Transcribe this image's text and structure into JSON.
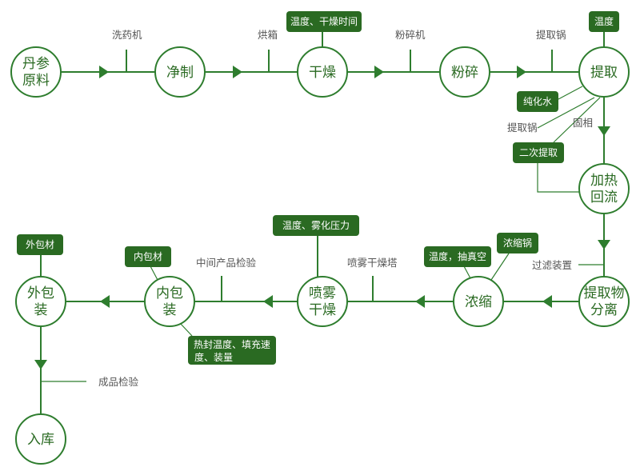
{
  "nodes": {
    "danshen_line1": "丹参",
    "danshen_line2": "原料",
    "jingzhi": "净制",
    "ganzao": "干燥",
    "fensui": "粉碎",
    "tiqu": "提取",
    "jiare_line1": "加热",
    "jiare_line2": "回流",
    "fenli_line1": "提取物",
    "fenli_line2": "分离",
    "nongsuo": "浓缩",
    "penwu_line1": "喷雾",
    "penwu_line2": "干燥",
    "neibao_line1": "内包",
    "neibao_line2": "装",
    "waibao_line1": "外包",
    "waibao_line2": "装",
    "ruku": "入库"
  },
  "equipment": {
    "xiyaoji": "洗药机",
    "hongxiang": "烘箱",
    "fensuiji": "粉碎机",
    "tiquguo": "提取锅",
    "tiquguo2": "提取锅",
    "guxiang": "固相",
    "guolv": "过滤装置",
    "penwu_tower": "喷雾干燥塔",
    "zhongjian": "中间产品检验",
    "chengpin": "成品检验"
  },
  "tags": {
    "ganzao_param": "温度、干燥时间",
    "tiqu_temp": "温度",
    "chunhuashui": "纯化水",
    "erci": "二次提取",
    "nongsuo_param": "温度，抽真空",
    "nongsuoguo": "浓缩锅",
    "penwu_param": "温度、雾化压力",
    "neibaocai": "内包材",
    "rfeng_line1": "热封温度、填充速",
    "rfeng_line2": "度、装量",
    "waibaocai": "外包材"
  },
  "colors": {
    "primary_green": "#2e7d2e",
    "tag_green": "#2a6a22"
  }
}
